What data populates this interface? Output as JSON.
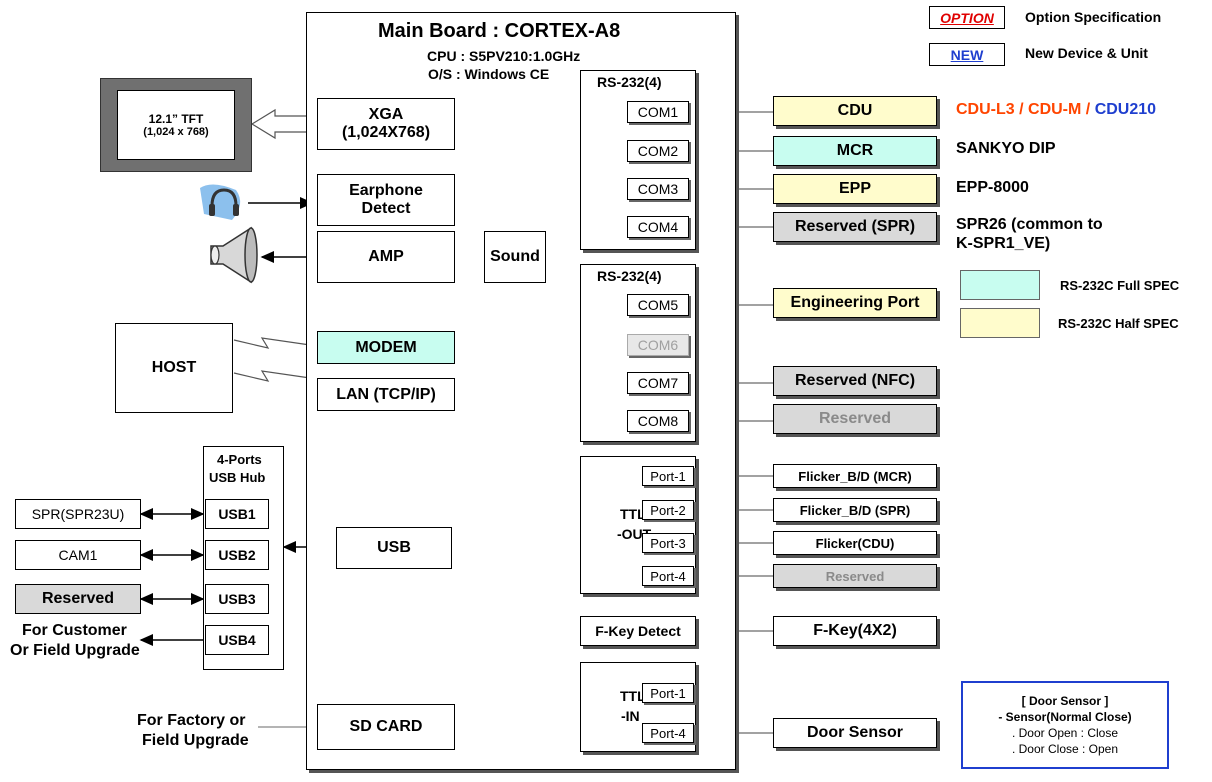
{
  "legend": {
    "option_tag": "OPTION",
    "option_desc": "Option Specification",
    "new_tag": "NEW",
    "new_desc": "New Device & Unit",
    "full_spec": "RS-232C Full SPEC",
    "half_spec": "RS-232C Half SPEC",
    "colors": {
      "option_red": "#e00000",
      "new_blue": "#1f3fcf",
      "full_spec_fill": "#c8fdf0",
      "half_spec_fill": "#fffccc",
      "reserved_fill": "#d9d9d9"
    }
  },
  "main_board": {
    "title": "Main Board : CORTEX-A8",
    "cpu": "CPU : S5PV210:1.0GHz",
    "os": "O/S  : Windows CE"
  },
  "display": {
    "line1": "12.1” TFT",
    "line2": "(1,024 x 768)"
  },
  "xga": {
    "line1": "XGA",
    "line2": "(1,024X768)"
  },
  "earphone": {
    "line1": "Earphone",
    "line2": "Detect"
  },
  "amp": "AMP",
  "sound": "Sound",
  "host": "HOST",
  "modem": "MODEM",
  "lan": "LAN (TCP/IP)",
  "usb_hub": {
    "title1": "4-Ports",
    "title2": "USB Hub",
    "ports": [
      "USB1",
      "USB2",
      "USB3",
      "USB4"
    ]
  },
  "usb": "USB",
  "usb_devices": [
    "SPR(SPR23U)",
    "CAM1",
    "Reserved"
  ],
  "usb_note": {
    "line1": "For Customer",
    "line2": "Or Field Upgrade"
  },
  "sd_card": "SD CARD",
  "sd_note": {
    "line1": "For Factory or",
    "line2": "Field Upgrade"
  },
  "rs232_a": {
    "title": "RS-232(4)",
    "ports": [
      "COM1",
      "COM2",
      "COM3",
      "COM4"
    ]
  },
  "rs232_b": {
    "title": "RS-232(4)",
    "ports": [
      "COM5",
      "COM6",
      "COM7",
      "COM8"
    ]
  },
  "devices": {
    "cdu": "CDU",
    "mcr": "MCR",
    "epp": "EPP",
    "reserved_spr": "Reserved (SPR)",
    "engineering": "Engineering Port",
    "reserved_nfc": "Reserved (NFC)",
    "reserved": "Reserved"
  },
  "device_notes": {
    "cdu_a": "CDU-L3",
    "sep1": " / ",
    "cdu_b": "CDU-M",
    "sep2": " / ",
    "cdu_c": "CDU210",
    "mcr": "SANKYO DIP",
    "epp": "EPP-8000",
    "spr_1": "SPR26 (common to",
    "spr_2": "K-SPR1_VE)"
  },
  "ttl_out": {
    "label1": "TTL",
    "label2": "-OUT",
    "ports": [
      "Port-1",
      "Port-2",
      "Port-3",
      "Port-4"
    ]
  },
  "flicker": [
    "Flicker_B/D (MCR)",
    "Flicker_B/D (SPR)",
    "Flicker(CDU)",
    "Reserved"
  ],
  "fkey_detect": "F-Key Detect",
  "fkey": "F-Key(4X2)",
  "ttl_in": {
    "label1": "TTL",
    "label2": "-IN",
    "ports": [
      "Port-1",
      "Port-4"
    ]
  },
  "door_sensor": "Door Sensor",
  "door_note": {
    "title": "[ Door Sensor ]",
    "line1": "- Sensor(Normal Close)",
    "line2": ". Door Open : Close",
    "line3": ". Door Close : Open"
  }
}
